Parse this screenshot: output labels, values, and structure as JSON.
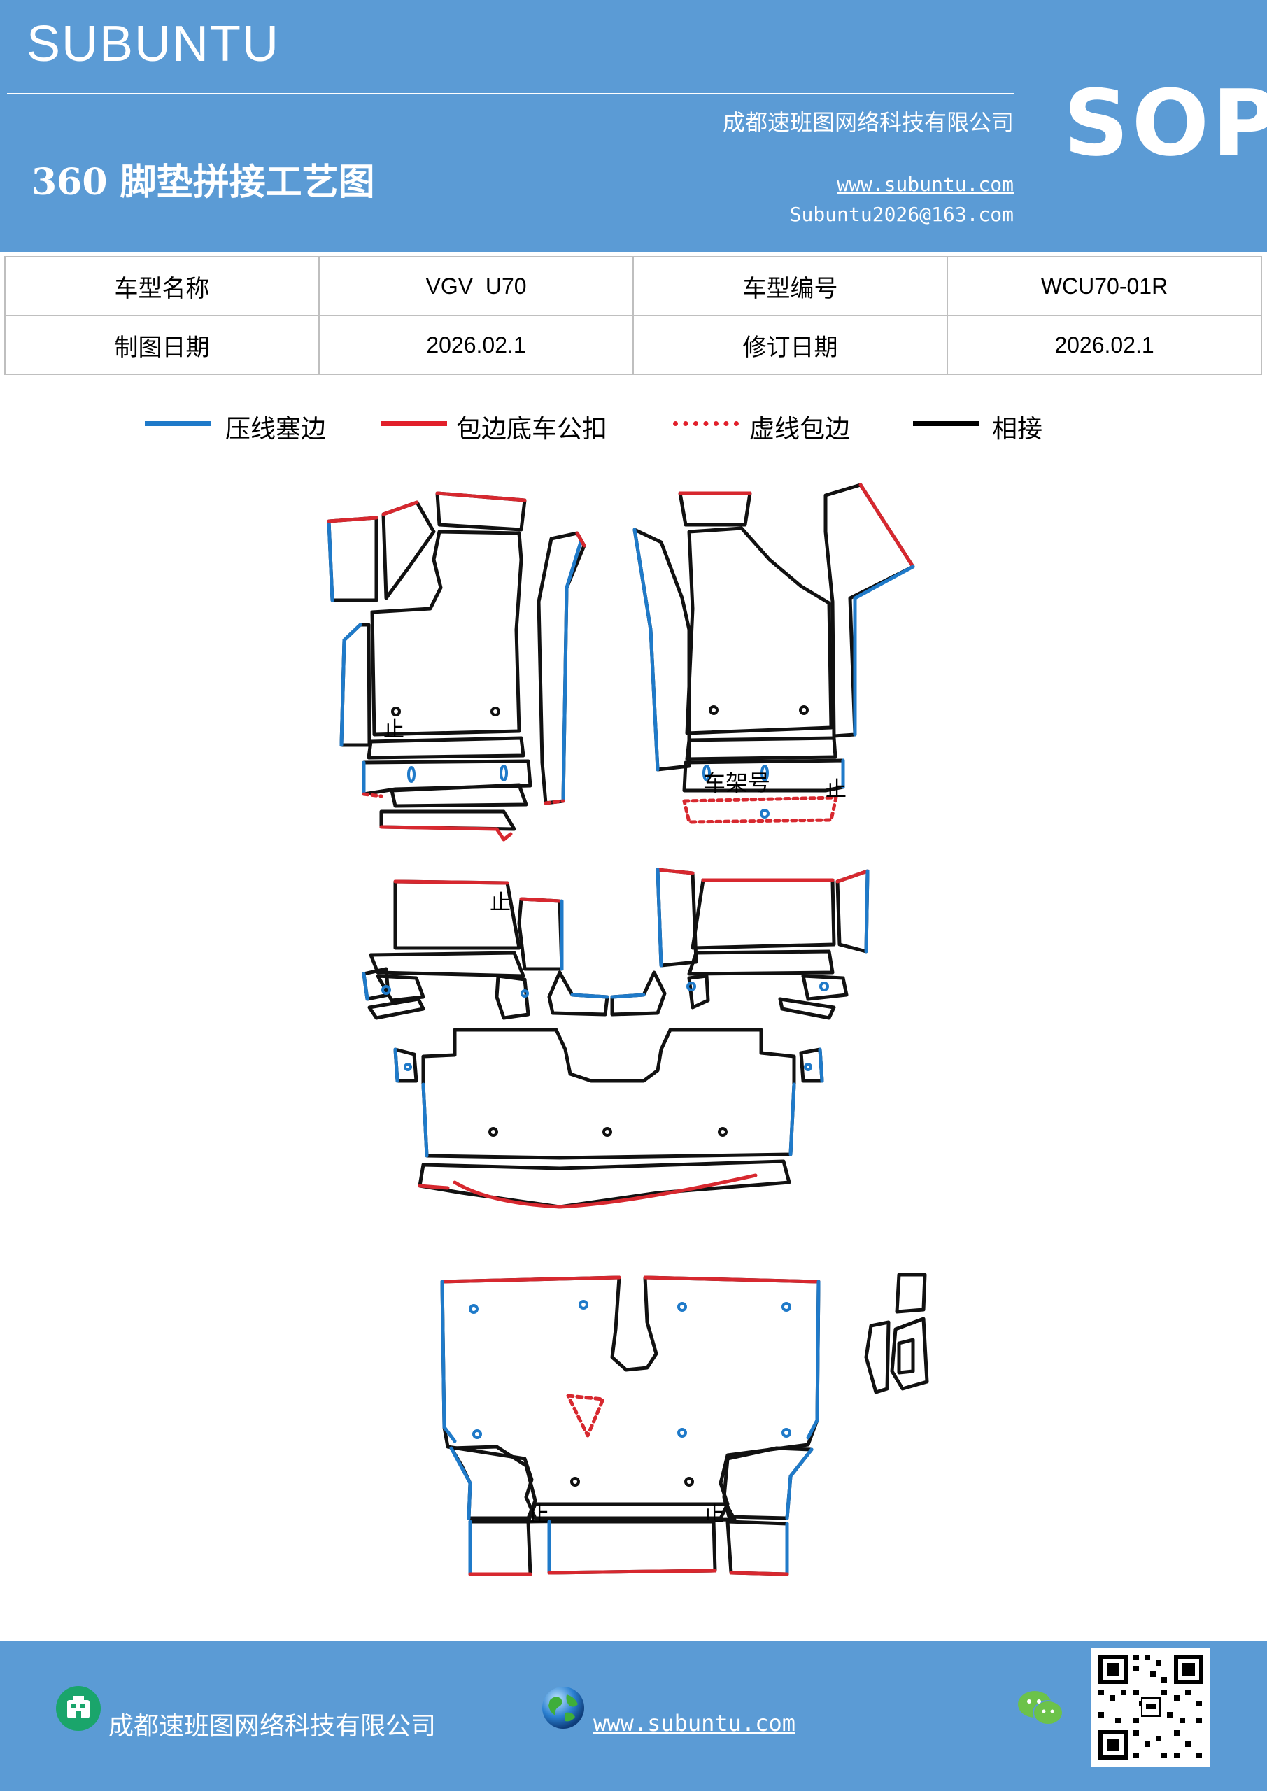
{
  "header": {
    "brand": "SUBUNTU",
    "company": "成都速班图网络科技有限公司",
    "title": "360 脚垫拼接工艺图",
    "website": "www.subuntu.com",
    "email": "Subuntu2026@163.com",
    "badge": "SOP"
  },
  "info_table": {
    "model_name_label": "车型名称",
    "model_name": "VGV  U70",
    "model_code_label": "车型编号",
    "model_code": "WCU70-01R",
    "draw_date_label": "制图日期",
    "draw_date": "2026.02.1",
    "revise_date_label": "修订日期",
    "revise_date": "2026.02.1"
  },
  "legend": [
    {
      "label": "压线塞边",
      "color": "#1f7ac9",
      "style": "solid"
    },
    {
      "label": "包边底车公扣",
      "color": "#e2202b",
      "style": "solid"
    },
    {
      "label": "虚线包边",
      "color": "#e2202b",
      "style": "dotted"
    },
    {
      "label": "相接",
      "color": "#000000",
      "style": "solid"
    }
  ],
  "drawing": {
    "stop_mark": "止",
    "vin_label": "车架号"
  },
  "footer": {
    "company": "成都速班图网络科技有限公司",
    "website": "www.subuntu.com"
  },
  "colors": {
    "header_bg": "#5b9bd5",
    "blue": "#1f7ac9",
    "red": "#d7282f",
    "black": "#111111"
  },
  "icons": [
    "building-icon",
    "globe-icon",
    "wechat-icon",
    "qr-code-icon"
  ]
}
